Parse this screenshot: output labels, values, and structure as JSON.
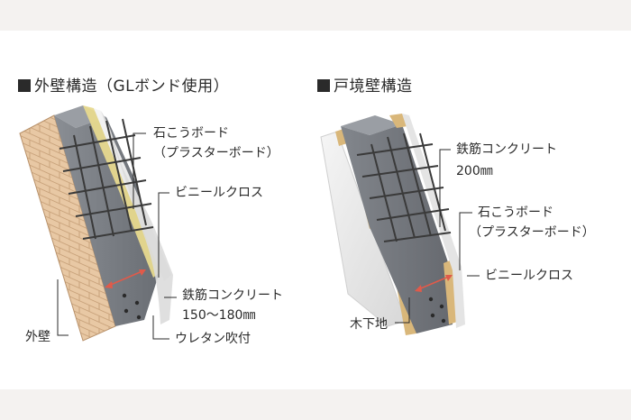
{
  "left": {
    "title": "外壁構造（GLボンド使用）",
    "labels": {
      "gypsum": "石こうボード",
      "gypsum_sub": "（プラスターボード）",
      "vinyl": "ビニールクロス",
      "concrete": "鉄筋コンクリート",
      "concrete_thick": "150〜180㎜",
      "urethane": "ウレタン吹付",
      "outer_wall": "外壁"
    }
  },
  "right": {
    "title": "戸境壁構造",
    "labels": {
      "concrete": "鉄筋コンクリート",
      "concrete_thick": "200㎜",
      "gypsum": "石こうボード",
      "gypsum_sub": "（プラスターボード）",
      "vinyl": "ビニールクロス",
      "wood_base": "木下地"
    }
  },
  "colors": {
    "concrete": "#7b7f85",
    "brick": "#e8c8a4",
    "insulation": "#e7d98e",
    "wood": "#d9b77a",
    "board": "#ededed",
    "rebar": "#3a3a3a"
  }
}
